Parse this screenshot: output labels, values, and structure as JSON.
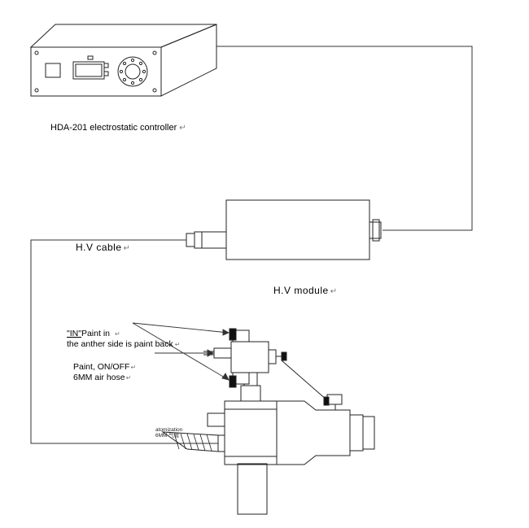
{
  "controller_label": "HDA-201 electrostatic controller",
  "hv_cable_label": "H.V cable",
  "hv_module_label": "H.V module",
  "paint_in_label_quoted": "\"IN\"",
  "paint_in_label_rest": "Paint in",
  "paint_back_label": "the anther side is paint back",
  "paint_onoff_label": "Paint, ON/OFF",
  "air_hose_label": "6MM air hose",
  "atomization_label": "atomization",
  "atomization_hose_label": "6MM 气管",
  "return_mark": "↵"
}
